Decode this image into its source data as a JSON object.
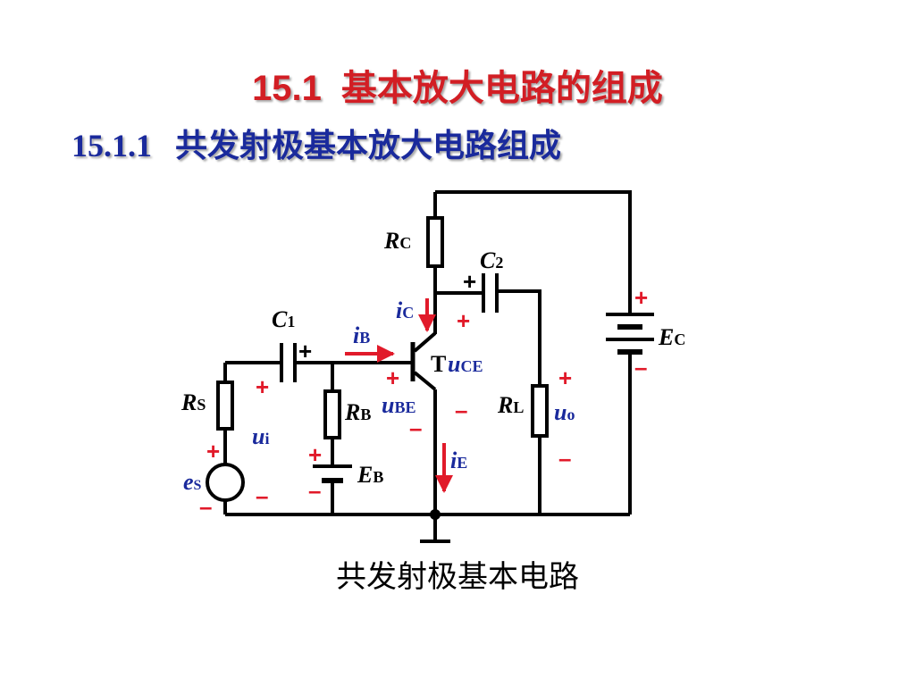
{
  "title": {
    "num": "15.1",
    "text": "基本放大电路的组成"
  },
  "subtitle": {
    "num": "15.1.1",
    "text": "共发射极基本放大电路组成"
  },
  "caption": "共发射极基本电路",
  "colors": {
    "title": "#d21e24",
    "subtitle": "#1a2a9c",
    "label": "#1a2a9c",
    "sign": "#e11a2a",
    "wire": "#000000"
  },
  "labels": {
    "RC": {
      "main": "R",
      "sub": "C"
    },
    "C2": {
      "main": "C",
      "sub": "2"
    },
    "C1": {
      "main": "C",
      "sub": "1"
    },
    "iC": {
      "main": "i",
      "sub": "C"
    },
    "iB": {
      "main": "i",
      "sub": "B"
    },
    "T": "T",
    "uCE": {
      "main": "u",
      "sub": "CE"
    },
    "uBE": {
      "main": "u",
      "sub": "BE"
    },
    "RS": {
      "main": "R",
      "sub": "S"
    },
    "RB": {
      "main": "R",
      "sub": "B"
    },
    "RL": {
      "main": "R",
      "sub": "L"
    },
    "uo": {
      "main": "u",
      "sub": "o"
    },
    "ui": {
      "main": "u",
      "sub": "i"
    },
    "es": {
      "main": "e",
      "sub": "S"
    },
    "EB": {
      "main": "E",
      "sub": "B"
    },
    "EC": {
      "main": "E",
      "sub": "C"
    },
    "iE": {
      "main": "i",
      "sub": "E"
    }
  },
  "signs": {
    "plus": "+",
    "minus": "–"
  }
}
